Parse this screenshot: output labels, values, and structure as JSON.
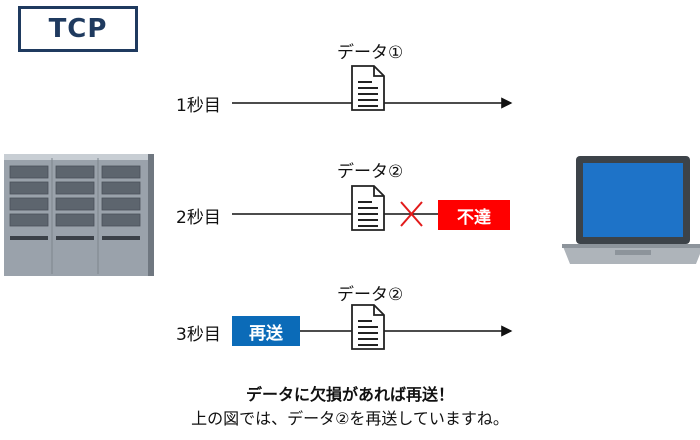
{
  "title": "TCP",
  "rows": [
    {
      "time_label": "1秒目",
      "doc_label": "データ①"
    },
    {
      "time_label": "2秒目",
      "doc_label": "データ②",
      "status_badge": "不達"
    },
    {
      "time_label": "3秒目",
      "doc_label": "データ②",
      "status_badge": "再送"
    }
  ],
  "caption": {
    "line1": "データに欠損があれば再送！",
    "line2": "上の図では、データ②を再送していますね。"
  },
  "icons": {
    "sender": "server-rack-icon",
    "receiver": "laptop-icon",
    "packet": "document-icon",
    "lost": "x-mark-icon"
  },
  "colors": {
    "title": "#1f3a5f",
    "lost_badge": "#ff0000",
    "resend_badge": "#0b6bb8",
    "laptop_screen": "#1e73c8"
  }
}
